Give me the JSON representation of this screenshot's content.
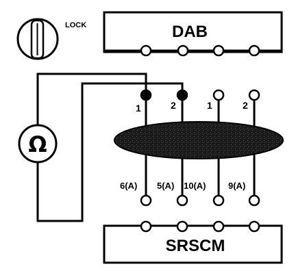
{
  "lock": {
    "label": "LOCK",
    "icon": "ignition-key-icon"
  },
  "meter": {
    "symbol": "Ω",
    "icon": "ohmmeter-icon"
  },
  "connectors": {
    "top": {
      "label": "DAB"
    },
    "bottom": {
      "label": "SRSCM"
    }
  },
  "harness": {
    "icon": "wire-harness-icon"
  },
  "pins_top": [
    "1",
    "2",
    "1",
    "2"
  ],
  "terminals_bottom": [
    "6(A)",
    "5(A)",
    "10(A)",
    "9(A)"
  ],
  "colors": {
    "line": "#000000",
    "background": "#ffffff",
    "harness": "#1e1e1e"
  }
}
